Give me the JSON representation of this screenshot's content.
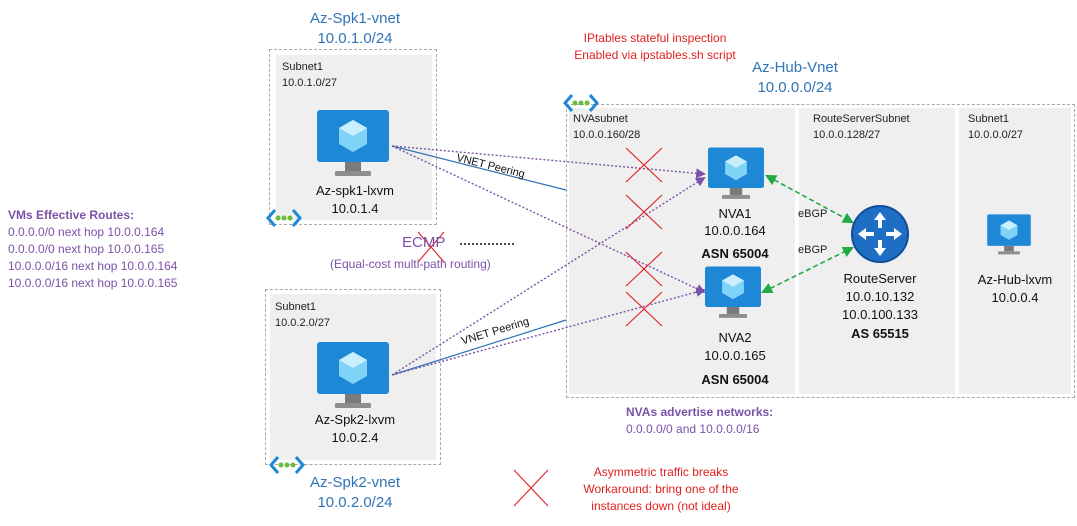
{
  "spoke1": {
    "vnet_name": "Az-Spk1-vnet",
    "vnet_cidr": "10.0.1.0/24",
    "subnet_name": "Subnet1",
    "subnet_cidr": "10.0.1.0/27",
    "vm_name": "Az-spk1-lxvm",
    "vm_ip": "10.0.1.4"
  },
  "spoke2": {
    "vnet_name": "Az-Spk2-vnet",
    "vnet_cidr": "10.0.2.0/24",
    "subnet_name": "Subnet1",
    "subnet_cidr": "10.0.2.0/27",
    "vm_name": "Az-Spk2-lxvm",
    "vm_ip": "10.0.2.4"
  },
  "hub": {
    "vnet_name": "Az-Hub-Vnet",
    "vnet_cidr": "10.0.0.0/24",
    "nva_subnet_name": "NVAsubnet",
    "nva_subnet_cidr": "10.0.0.160/28",
    "rs_subnet_name": "RouteServerSubnet",
    "rs_subnet_cidr": "10.0.0.128/27",
    "subnet1_name": "Subnet1",
    "subnet1_cidr": "10.0.0.0/27",
    "nva1_name": "NVA1",
    "nva1_ip": "10.0.0.164",
    "nva1_asn": "ASN 65004",
    "nva2_name": "NVA2",
    "nva2_ip": "10.0.0.165",
    "nva2_asn": "ASN 65004",
    "rs_name": "RouteServer",
    "rs_ip1": "10.0.10.132",
    "rs_ip2": "10.0.100.133",
    "rs_asn": "AS 65515",
    "hubvm_name": "Az-Hub-lxvm",
    "hubvm_ip": "10.0.0.4"
  },
  "labels": {
    "peering1": "VNET Peering",
    "peering2": "VNET Peering",
    "ebgp1": "eBGP",
    "ebgp2": "eBGP",
    "ecmp": "ECMP",
    "ecmp_desc": "(Equal-cost multi-path routing)",
    "iptables_line1": "IPtables stateful inspection",
    "iptables_line2": "Enabled via ipstables.sh script",
    "nva_adv_title": "NVAs advertise networks:",
    "nva_adv_routes": "0.0.0.0/0 and 10.0.0.0/16",
    "asym_line1": "Asymmetric traffic breaks",
    "asym_line2": "Workaround: bring one of the",
    "asym_line3": "instances down (not ideal)"
  },
  "routes": {
    "title": "VMs Effective Routes:",
    "items": [
      "0.0.0.0/0 next hop 10.0.0.164",
      "0.0.0.0/0 next hop 10.0.0.165",
      "10.0.0.0/16 next hop 10.0.0.164",
      "10.0.0.0/16 next hop 10.0.0.165"
    ]
  },
  "icons": {
    "vm": "virtual-machine-icon",
    "vnet": "vnet-icon",
    "router": "route-server-icon",
    "cross": "red-cross-icon"
  },
  "colors": {
    "vnet_blue": "#2f74b5",
    "red": "#e02020",
    "purple": "#7b52a8",
    "green": "#22aa44",
    "vm_blue": "#1e88d6"
  }
}
